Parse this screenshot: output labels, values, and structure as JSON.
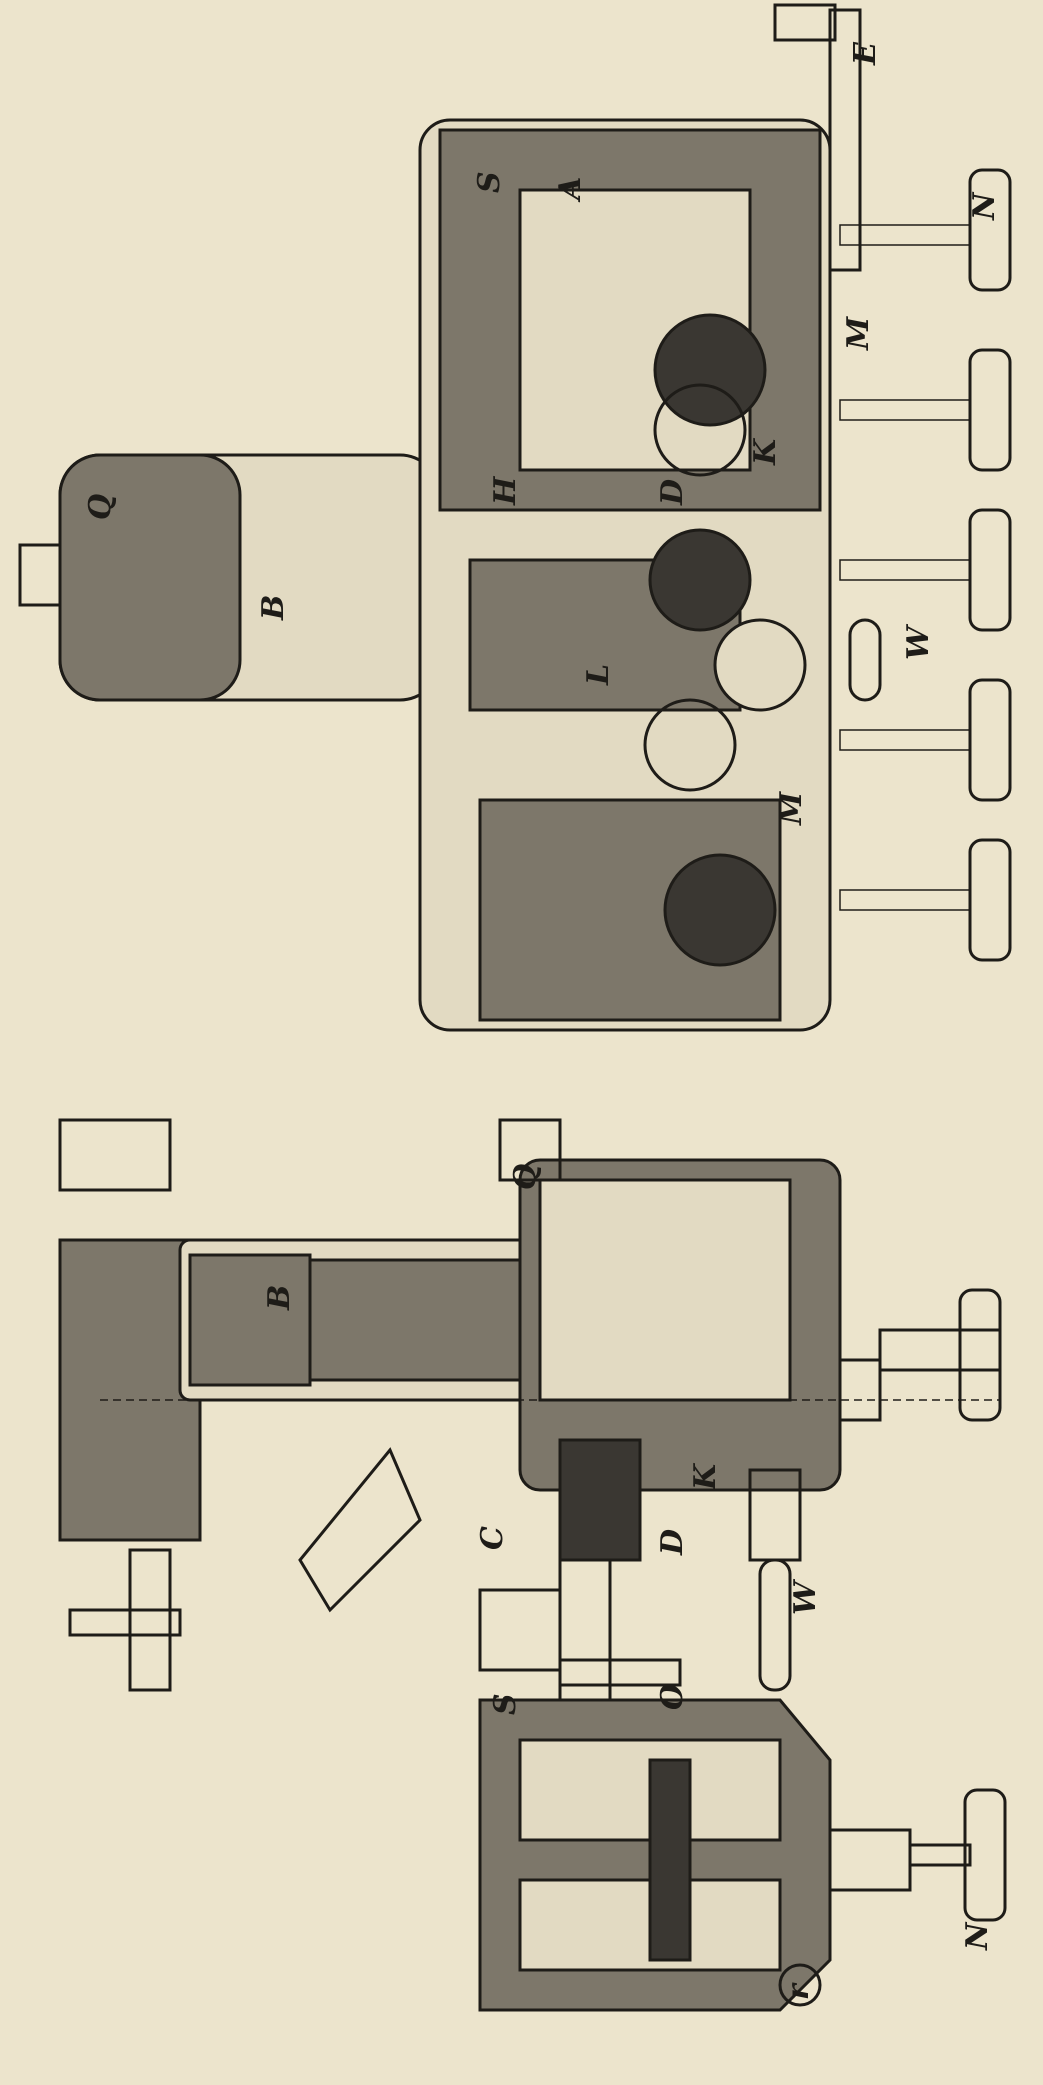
{
  "figure_top": {
    "labels": [
      "S",
      "A",
      "E",
      "N",
      "M",
      "K",
      "D",
      "H",
      "Q",
      "B",
      "L",
      "W",
      "M"
    ]
  },
  "figure_middle": {
    "labels": [
      "Q",
      "B",
      "C",
      "D",
      "K",
      "W"
    ]
  },
  "figure_bottom": {
    "labels": [
      "S",
      "O",
      "N",
      "r"
    ]
  }
}
